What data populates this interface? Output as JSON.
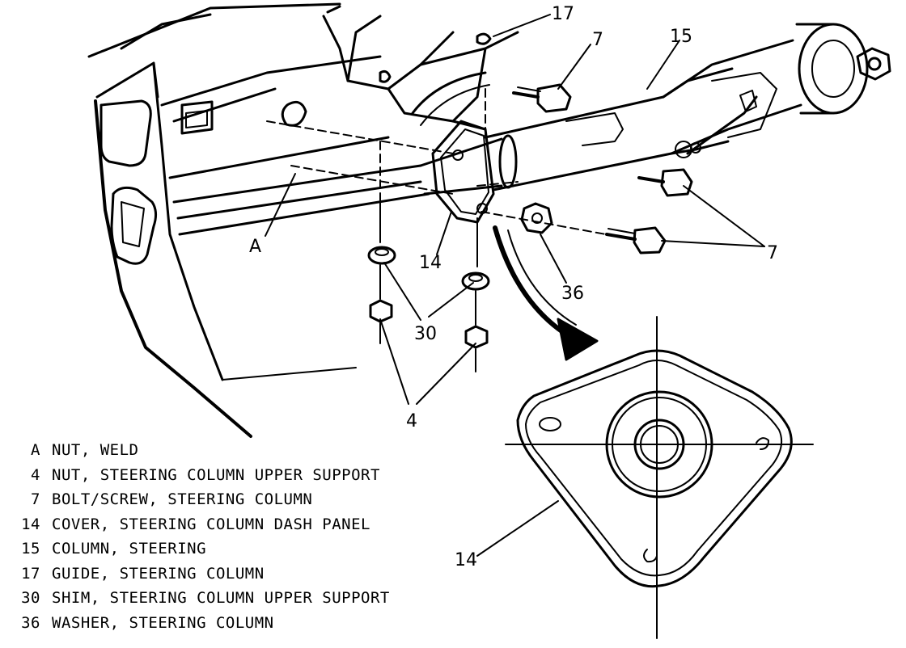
{
  "callouts": {
    "c17": "17",
    "c7a": "7",
    "c15": "15",
    "c7b": "7",
    "cA": "A",
    "c14a": "14",
    "c36": "36",
    "c30": "30",
    "c4": "4",
    "c14b": "14"
  },
  "legend": [
    {
      "key": "A",
      "desc": "NUT, WELD"
    },
    {
      "key": "4",
      "desc": "NUT, STEERING COLUMN UPPER SUPPORT"
    },
    {
      "key": "7",
      "desc": "BOLT/SCREW, STEERING COLUMN"
    },
    {
      "key": "14",
      "desc": "COVER, STEERING COLUMN DASH PANEL"
    },
    {
      "key": "15",
      "desc": "COLUMN, STEERING"
    },
    {
      "key": "17",
      "desc": "GUIDE, STEERING COLUMN"
    },
    {
      "key": "30",
      "desc": "SHIM, STEERING COLUMN UPPER SUPPORT"
    },
    {
      "key": "36",
      "desc": "WASHER, STEERING COLUMN"
    }
  ]
}
